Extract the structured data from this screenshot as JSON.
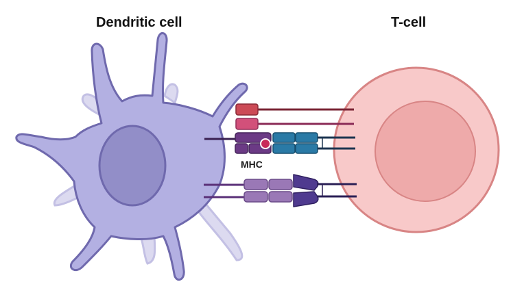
{
  "labels": {
    "dendritic_cell": "Dendritic cell",
    "t_cell": "T-cell",
    "mhc": "MHC"
  },
  "colors": {
    "dendritic_body": "#b3b0e2",
    "dendritic_outline": "#6f69ad",
    "dendritic_nucleus": "#928ec8",
    "dendritic_shadow": "#dcdaf0",
    "tcell_body": "#f8c9c9",
    "tcell_outline": "#d88585",
    "tcell_nucleus": "#eeaaaa",
    "red_receptor": "#cc4a56",
    "pink_receptor": "#d2507a",
    "mhc_purple": "#6b3a85",
    "tcr_blue": "#2a7aa6",
    "costim_light": "#9a78b6",
    "costim_dark": "#4f3a8f",
    "dark_line": "#3a2050"
  }
}
